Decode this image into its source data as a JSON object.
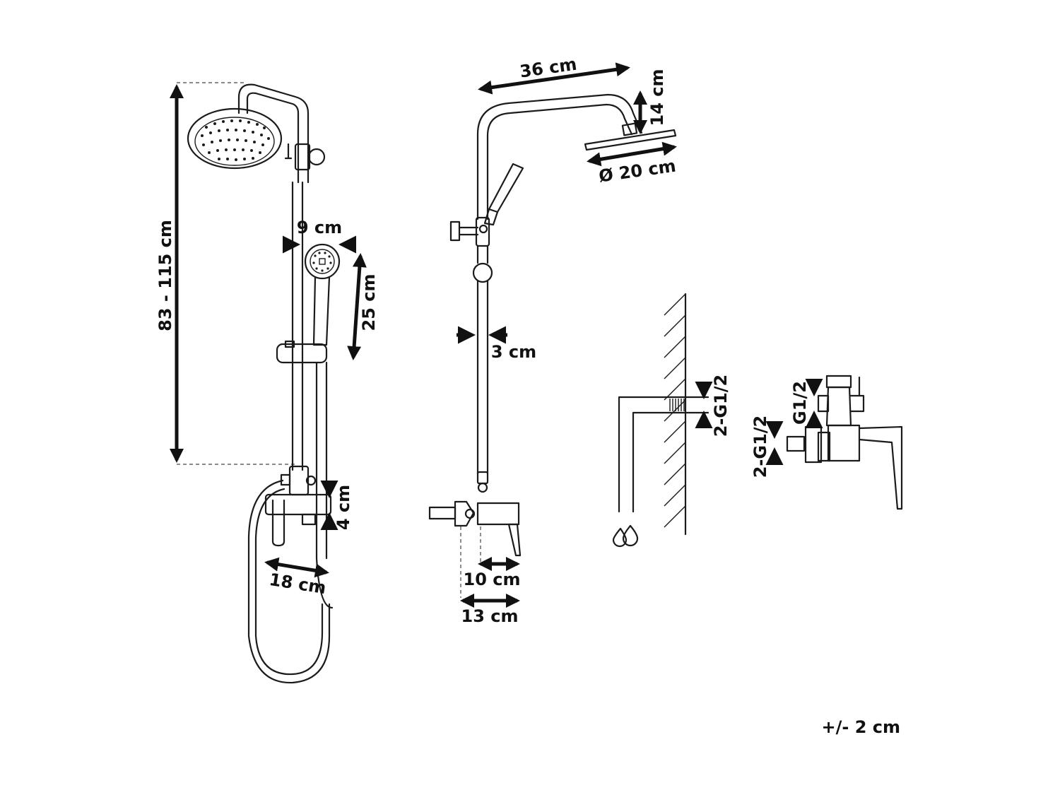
{
  "labels": {
    "height_range": "83 - 115 cm",
    "handshower_width": "9 cm",
    "handshower_length": "25 cm",
    "valve_height": "4 cm",
    "valve_width": "18 cm",
    "arm_length": "36 cm",
    "drop_height": "14 cm",
    "head_diameter": "Ø 20 cm",
    "rail_diameter": "3 cm",
    "valve_depth_inner": "10 cm",
    "valve_depth_outer": "13 cm",
    "wall_inlet": "2-G1/2",
    "outlet_thread": "G1/2",
    "valve_inlet": "2-G1/2",
    "tolerance": "+/- 2 cm"
  },
  "colors": {
    "line": "#1b1b1b",
    "background": "#ffffff"
  },
  "icons": [
    "water-drops-icon",
    "wall-hatch"
  ]
}
